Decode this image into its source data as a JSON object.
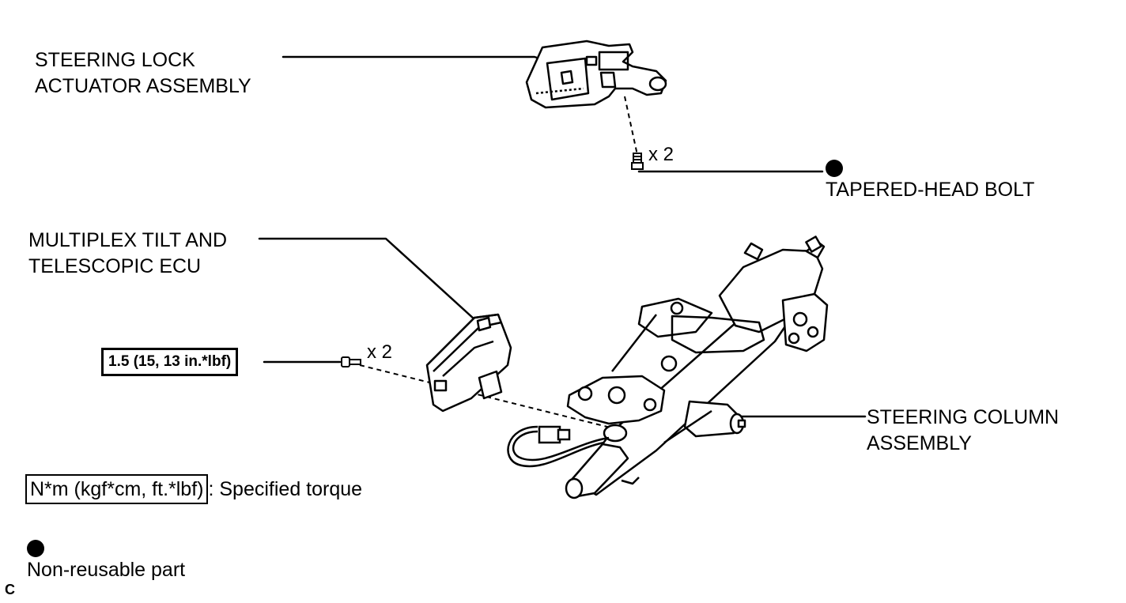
{
  "labels": {
    "steering_lock": [
      "STEERING LOCK",
      "ACTUATOR ASSEMBLY"
    ],
    "tapered_bolt": "TAPERED-HEAD BOLT",
    "ecu": [
      "MULTIPLEX TILT AND",
      "TELESCOPIC ECU"
    ],
    "column": [
      "STEERING COLUMN",
      "ASSEMBLY"
    ],
    "qty_bolt": "x 2",
    "qty_screw": "x 2",
    "torque": "1.5 (15, 13 in.*lbf)"
  },
  "legend": {
    "torque_unit": "N*m (kgf*cm, ft.*lbf)",
    "torque_desc": ": Specified torque",
    "nonreusable": "Non-reusable part"
  },
  "corner_code": "C"
}
